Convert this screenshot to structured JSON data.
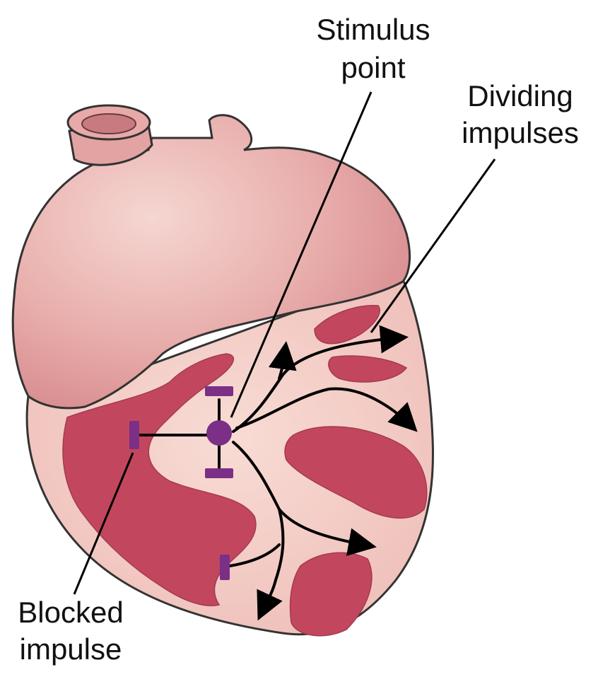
{
  "labels": {
    "stimulus_line1": "Stimulus",
    "stimulus_line2": "point",
    "dividing_line1": "Dividing",
    "dividing_line2": "impulses",
    "blocked_line1": "Blocked",
    "blocked_line2": "impulse"
  },
  "colors": {
    "atria": "#e8a7a5",
    "atria_highlight": "#f3d0cc",
    "ventricle": "#f3cdc6",
    "muscle_bands": "#c2475e",
    "outline": "#333333",
    "impulse_marker": "#7b2f86",
    "arrows": "#000000"
  }
}
